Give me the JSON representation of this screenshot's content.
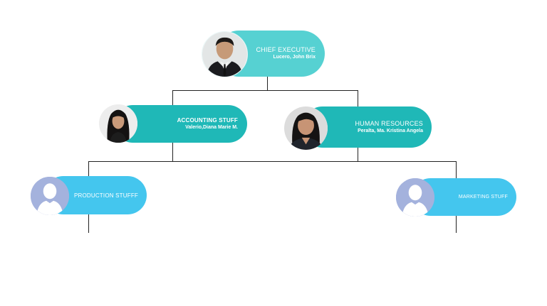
{
  "colors": {
    "ceo_pill": "#56d1d2",
    "teal_pill": "#1fb8b7",
    "blue_pill": "#44c6ee",
    "connector": "#222222",
    "placeholder_bg": "#a4b2dd",
    "placeholder_figure": "#ffffff"
  },
  "nodes": {
    "ceo": {
      "title": "CHIEF EXECUTIVE",
      "name": "Lucero, John Brix",
      "avatar_icon": "person-photo-icon"
    },
    "accounting": {
      "title": "ACCOUNTING STUFF",
      "name": "Valerio,Diana Marie M.",
      "avatar_icon": "person-photo-icon"
    },
    "hr": {
      "title": "HUMAN RESOURCES",
      "name": "Peralta, Ma. Kristina Angela",
      "avatar_icon": "person-photo-icon"
    },
    "production": {
      "title": "PRODUCTION STUFFF",
      "avatar_icon": "default-user-silhouette-icon"
    },
    "marketing": {
      "title": "MARKETING STUFF",
      "avatar_icon": "default-user-silhouette-icon"
    }
  }
}
